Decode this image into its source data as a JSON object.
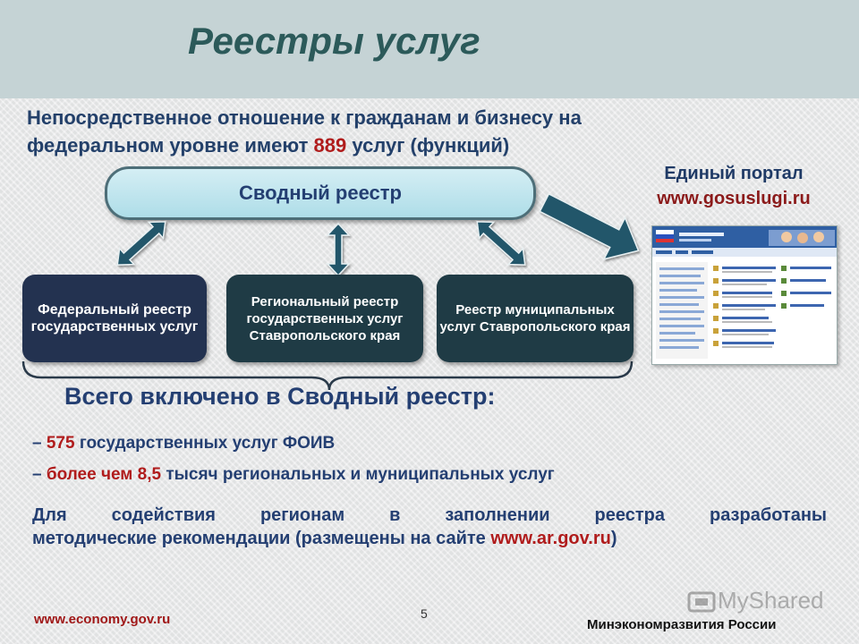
{
  "title": "Реестры услуг",
  "intro": {
    "line1": "Непосредственное отношение к гражданам и бизнесу на",
    "line2_pre": "федеральном уровне имеют ",
    "line2_num": "889",
    "line2_post": " услуг (функций)"
  },
  "portal": {
    "label": "Единый портал",
    "url": "www.gosuslugi.ru"
  },
  "summary_registry": "Сводный реестр",
  "registries": {
    "federal": "Федеральный реестр государственных услуг",
    "regional": "Региональный реестр государственных услуг Ставропольского края",
    "municipal": "Реестр муниципальных услуг Ставропольского края"
  },
  "totals_heading": "Всего включено в Сводный реестр:",
  "items": [
    {
      "dash": "– ",
      "highlight": "575",
      "text": " государственных услуг ФОИВ"
    },
    {
      "dash": "– ",
      "highlight": "более чем 8,5",
      "text": " тысяч региональных и муниципальных услуг"
    }
  ],
  "note": {
    "line1": "Для содействия регионам в заполнении реестра разработаны",
    "line2_pre": "методические рекомендации (размещены на сайте ",
    "line2_url": "www.ar.gov.ru",
    "line2_post": ")"
  },
  "footer": {
    "site": "www.economy.gov.ru",
    "page": "5",
    "ministry": "Минэкономразвития России"
  },
  "watermark": "MyShared",
  "colors": {
    "heading": "#243f72",
    "accent": "#b01c1c",
    "title": "#2c5a5a",
    "box": "#1f3b45"
  }
}
